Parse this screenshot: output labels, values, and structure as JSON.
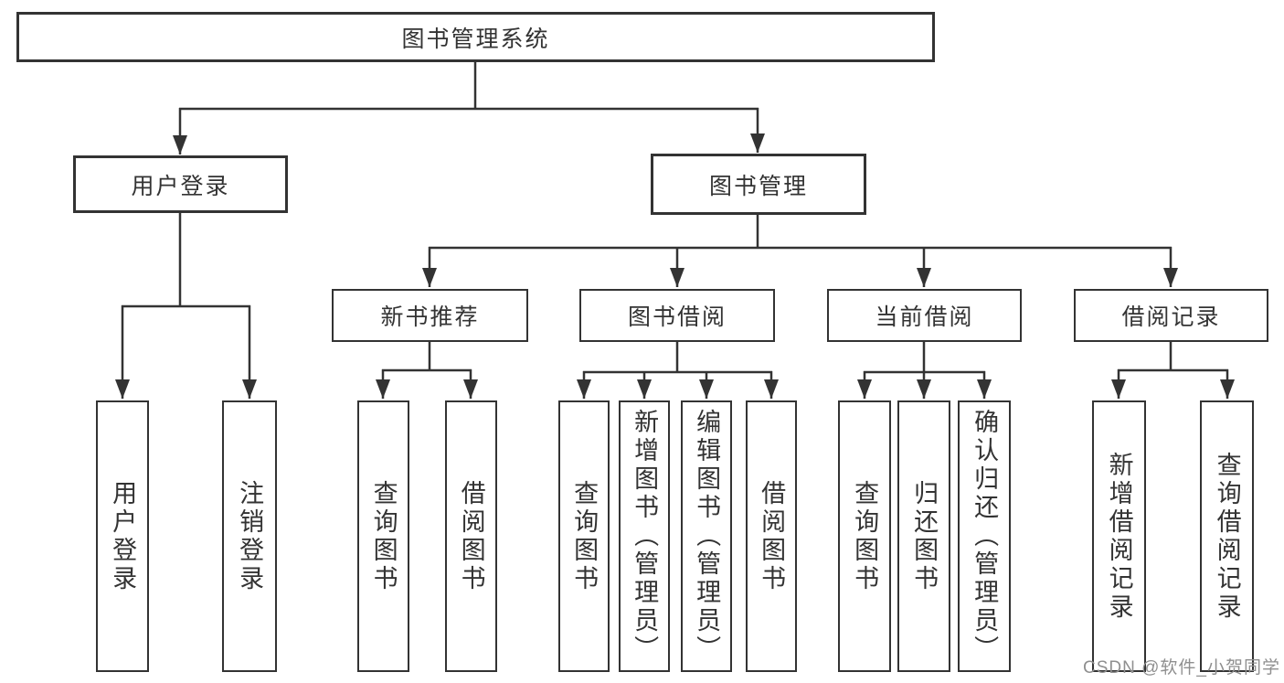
{
  "diagram_type": "hierarchy-tree",
  "colors": {
    "background": "#ffffff",
    "line": "#333333",
    "box_border": "#333333",
    "text": "#333333",
    "watermark": "#8f8f8f"
  },
  "tree": {
    "root": {
      "label": "图书管理系统",
      "children": [
        {
          "label": "用户登录",
          "children": [
            {
              "label": "用户登录"
            },
            {
              "label": "注销登录"
            }
          ]
        },
        {
          "label": "图书管理",
          "children": [
            {
              "label": "新书推荐",
              "children": [
                {
                  "label": "查询图书"
                },
                {
                  "label": "借阅图书"
                }
              ]
            },
            {
              "label": "图书借阅",
              "children": [
                {
                  "label": "查询图书"
                },
                {
                  "label": "新增图书（管理员）"
                },
                {
                  "label": "编辑图书（管理员）"
                },
                {
                  "label": "借阅图书"
                }
              ]
            },
            {
              "label": "当前借阅",
              "children": [
                {
                  "label": "查询图书"
                },
                {
                  "label": "归还图书"
                },
                {
                  "label": "确认归还（管理员）"
                }
              ]
            },
            {
              "label": "借阅记录",
              "children": [
                {
                  "label": "新增借阅记录"
                },
                {
                  "label": "查询借阅记录"
                }
              ]
            }
          ]
        }
      ]
    }
  },
  "watermark": {
    "text": "CSDN @软件_小贺同学"
  }
}
